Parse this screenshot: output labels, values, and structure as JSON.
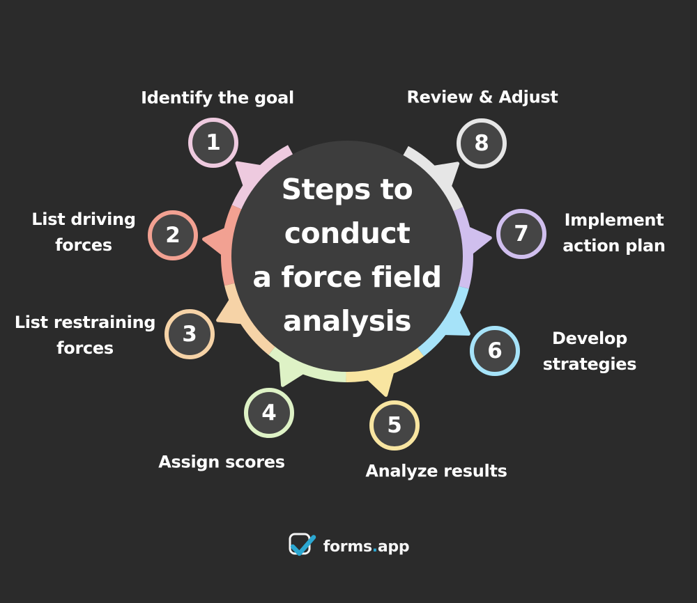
{
  "title": "Steps to conduct a force field analysis",
  "center": {
    "title_lines": [
      "Steps to",
      "conduct",
      "a force field",
      "analysis"
    ]
  },
  "steps": [
    {
      "number": "1",
      "label_lines": [
        "Identify the goal"
      ],
      "color": "#eecadf"
    },
    {
      "number": "2",
      "label_lines": [
        "List driving",
        "forces"
      ],
      "color": "#f2a192"
    },
    {
      "number": "3",
      "label_lines": [
        "List restraining",
        "forces"
      ],
      "color": "#f6d3a7"
    },
    {
      "number": "4",
      "label_lines": [
        "Assign scores"
      ],
      "color": "#def2c6"
    },
    {
      "number": "5",
      "label_lines": [
        "Analyze results"
      ],
      "color": "#f8e5a1"
    },
    {
      "number": "6",
      "label_lines": [
        "Develop",
        "strategies"
      ],
      "color": "#a6e3f9"
    },
    {
      "number": "7",
      "label_lines": [
        "Implement",
        "action plan"
      ],
      "color": "#d0bfee"
    },
    {
      "number": "8",
      "label_lines": [
        "Review & Adjust"
      ],
      "color": "#e6e6e6"
    }
  ],
  "colors": {
    "background": "#2b2b2b",
    "center_circle": "#3d3d3d",
    "badge_fill": "#454545",
    "text": "#ffffff",
    "logo_accent": "#2ba7d1",
    "logo_outline": "#f5f5f5"
  },
  "footer": {
    "brand_prefix": "forms",
    "brand_dot": ".",
    "brand_suffix": "app"
  }
}
